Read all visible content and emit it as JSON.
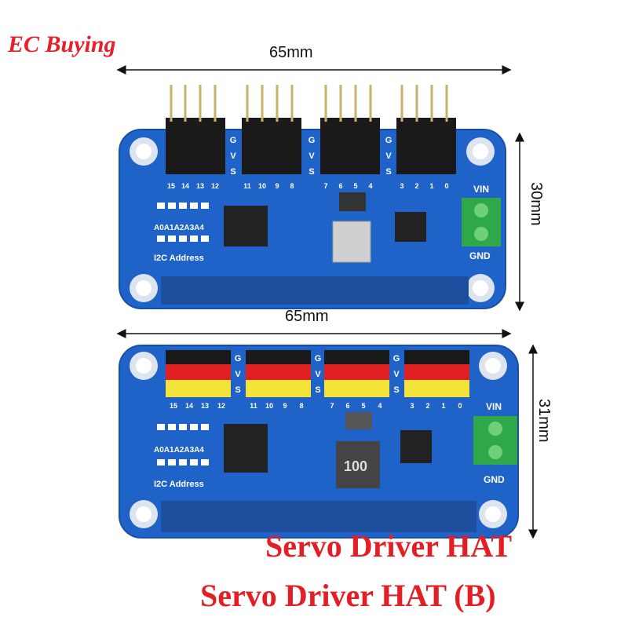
{
  "brand": {
    "text": "EC Buying",
    "color": "#e8202a"
  },
  "top_board": {
    "width_label": "65mm",
    "height_label": "30mm",
    "pin_labels": [
      "15",
      "14",
      "13",
      "12",
      "11",
      "10",
      "9",
      "8",
      "7",
      "6",
      "5",
      "4",
      "3",
      "2",
      "1",
      "0"
    ],
    "gvs": [
      "G",
      "V",
      "S"
    ],
    "vin": "VIN",
    "gnd": "GND",
    "address_label": "I2C Address",
    "address_pins": "A0A1A2A3A4"
  },
  "bottom_board": {
    "width_label": "65mm",
    "height_label": "31mm",
    "pin_labels": [
      "15",
      "14",
      "13",
      "12",
      "11",
      "10",
      "9",
      "8",
      "7",
      "6",
      "5",
      "4",
      "3",
      "2",
      "1",
      "0"
    ],
    "gvs": [
      "G",
      "V",
      "S"
    ],
    "vin": "VIN",
    "gnd": "GND",
    "address_label": "I2C Address",
    "address_pins": "A0A1A2A3A4",
    "inductor_text": "100"
  },
  "titles": {
    "line1": "Servo Driver HAT",
    "line2": "Servo Driver HAT (B)",
    "color": "#e31e24"
  },
  "colors": {
    "pcb": "#1f63c9",
    "pcb_dark": "#174fa8",
    "terminal": "#2fa84a"
  }
}
